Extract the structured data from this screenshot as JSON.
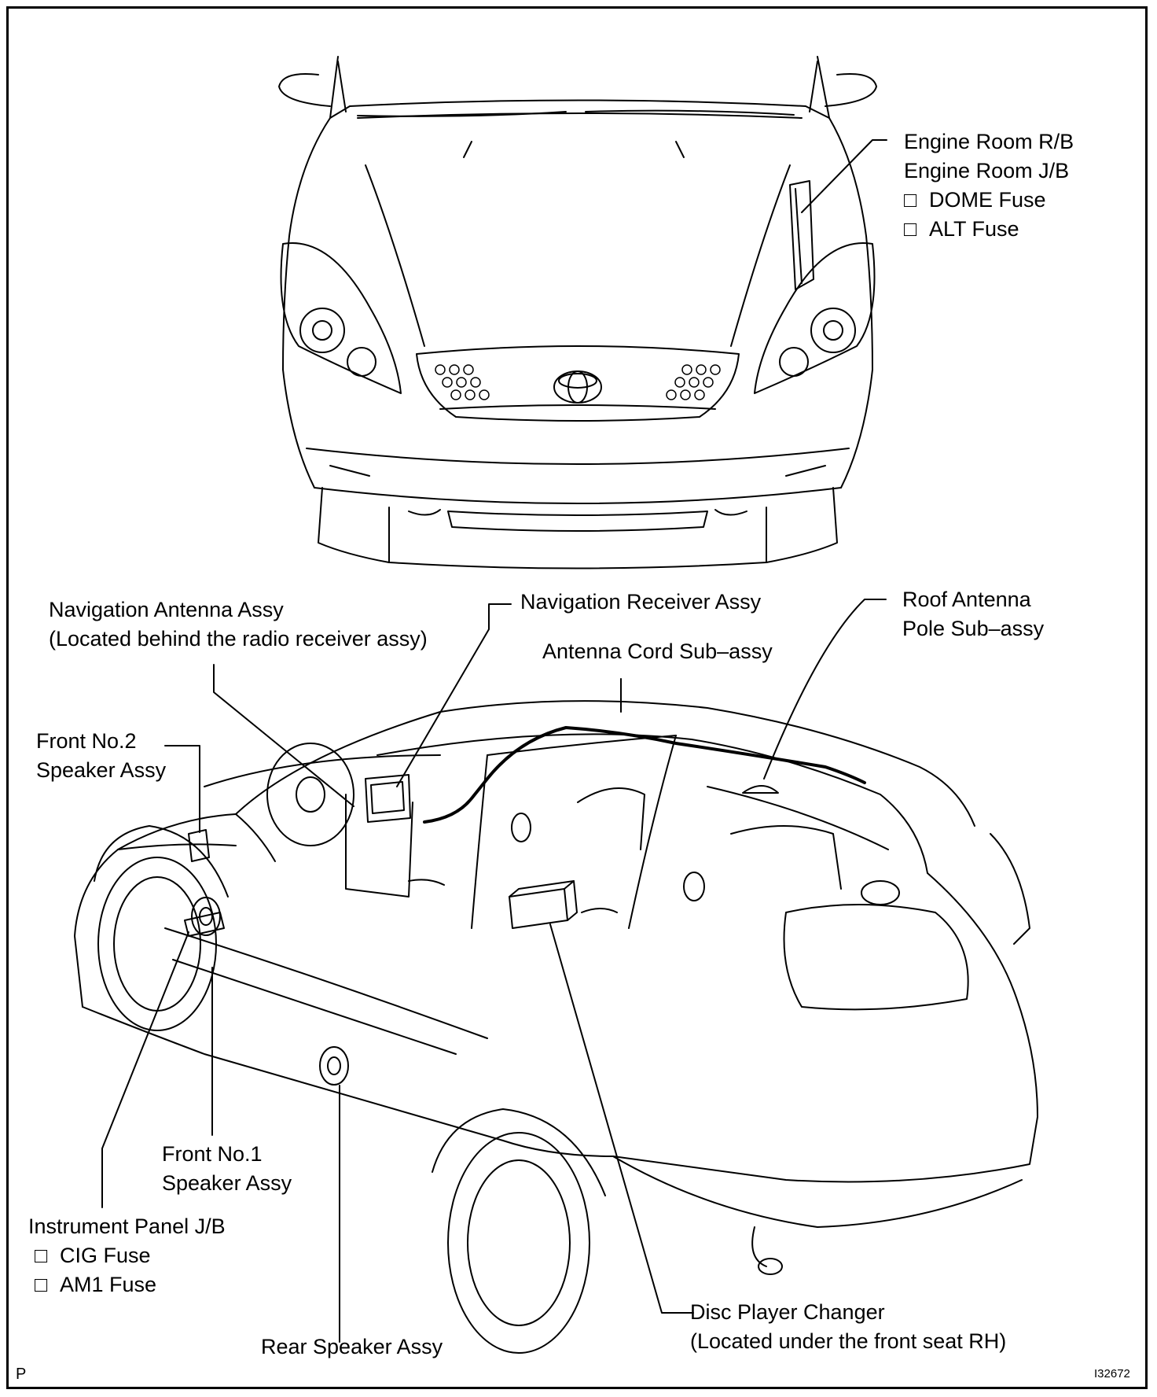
{
  "labels": {
    "engine_room": {
      "line1": "Engine Room R/B",
      "line2": "Engine Room J/B",
      "fuse1": "DOME Fuse",
      "fuse2": "ALT Fuse"
    },
    "nav_antenna": {
      "line1": "Navigation Antenna Assy",
      "line2": "(Located behind the radio receiver assy)"
    },
    "nav_receiver": "Navigation Receiver Assy",
    "antenna_cord": "Antenna Cord Sub–assy",
    "roof_antenna": {
      "line1": "Roof Antenna",
      "line2": "Pole Sub–assy"
    },
    "front_no2": {
      "line1": "Front No.2",
      "line2": "Speaker Assy"
    },
    "front_no1": {
      "line1": "Front No.1",
      "line2": "Speaker Assy"
    },
    "instrument_panel": {
      "line1": "Instrument Panel J/B",
      "fuse1": "CIG Fuse",
      "fuse2": "AM1 Fuse"
    },
    "rear_speaker": "Rear Speaker Assy",
    "disc_player": {
      "line1": "Disc Player Changer",
      "line2": "(Located under the front seat RH)"
    }
  },
  "corner": {
    "left": "P",
    "right": "I32672"
  },
  "colors": {
    "line": "#000000",
    "background": "#ffffff"
  }
}
